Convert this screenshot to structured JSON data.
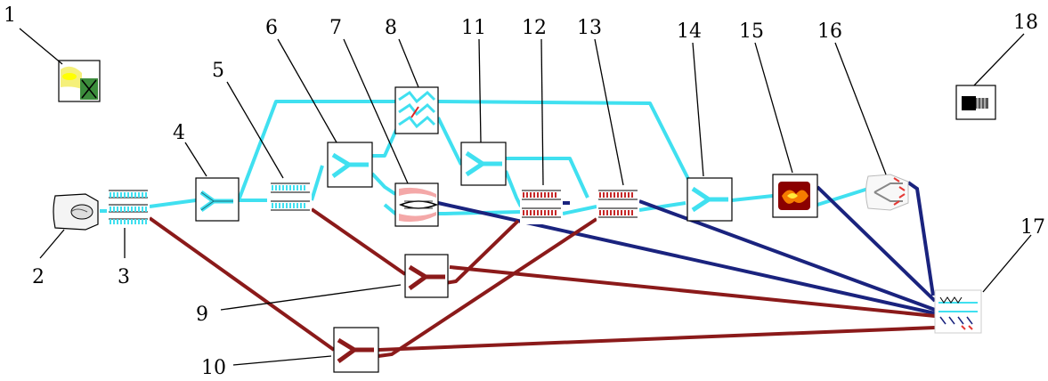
{
  "labels": {
    "n1": "1",
    "n2": "2",
    "n3": "3",
    "n4": "4",
    "n5": "5",
    "n6": "6",
    "n7": "7",
    "n8": "8",
    "n9": "9",
    "n10": "10",
    "n11": "11",
    "n12": "12",
    "n13": "13",
    "n14": "14",
    "n15": "15",
    "n16": "16",
    "n17": "17",
    "n18": "18"
  },
  "colors": {
    "cyan": "#40E0F0",
    "navy": "#1A237E",
    "maroon": "#8B1A1A"
  }
}
